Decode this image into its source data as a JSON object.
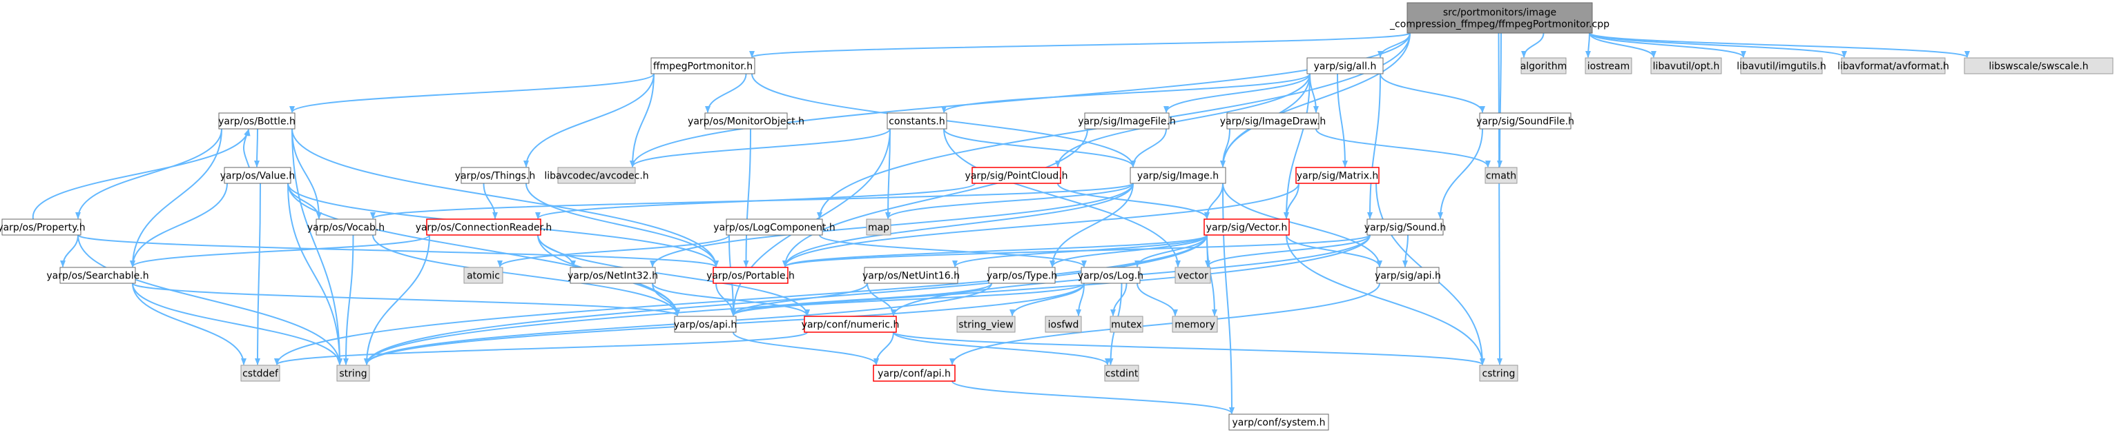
{
  "graph": {
    "nodes": [
      {
        "id": "root",
        "label": [
          "src/portmonitors/image",
          "_compression_ffmpeg/ffmpegPortmonitor.cpp"
        ],
        "kind": "root"
      },
      {
        "id": "algorithm",
        "label": [
          "algorithm"
        ],
        "kind": "external"
      },
      {
        "id": "iostream",
        "label": [
          "iostream"
        ],
        "kind": "external"
      },
      {
        "id": "libavutil_opt",
        "label": [
          "libavutil/opt.h"
        ],
        "kind": "external"
      },
      {
        "id": "libavutil_imgutils",
        "label": [
          "libavutil/imgutils.h"
        ],
        "kind": "external"
      },
      {
        "id": "libavformat",
        "label": [
          "libavformat/avformat.h"
        ],
        "kind": "external"
      },
      {
        "id": "libswscale",
        "label": [
          "libswscale/swscale.h"
        ],
        "kind": "external"
      },
      {
        "id": "ffmpegPortmonitor_h",
        "label": [
          "ffmpegPortmonitor.h"
        ],
        "kind": "normal"
      },
      {
        "id": "sig_all",
        "label": [
          "yarp/sig/all.h"
        ],
        "kind": "normal"
      },
      {
        "id": "os_Bottle",
        "label": [
          "yarp/os/Bottle.h"
        ],
        "kind": "normal"
      },
      {
        "id": "os_MonitorObject",
        "label": [
          "yarp/os/MonitorObject.h"
        ],
        "kind": "normal"
      },
      {
        "id": "constants",
        "label": [
          "constants.h"
        ],
        "kind": "normal"
      },
      {
        "id": "sig_ImageFile",
        "label": [
          "yarp/sig/ImageFile.h"
        ],
        "kind": "normal"
      },
      {
        "id": "sig_ImageDraw",
        "label": [
          "yarp/sig/ImageDraw.h"
        ],
        "kind": "normal"
      },
      {
        "id": "sig_SoundFile",
        "label": [
          "yarp/sig/SoundFile.h"
        ],
        "kind": "normal"
      },
      {
        "id": "os_Value",
        "label": [
          "yarp/os/Value.h"
        ],
        "kind": "normal"
      },
      {
        "id": "os_Things",
        "label": [
          "yarp/os/Things.h"
        ],
        "kind": "normal"
      },
      {
        "id": "libavcodec",
        "label": [
          "libavcodec/avcodec.h"
        ],
        "kind": "external"
      },
      {
        "id": "sig_PointCloud",
        "label": [
          "yarp/sig/PointCloud.h"
        ],
        "kind": "red"
      },
      {
        "id": "sig_Image",
        "label": [
          "yarp/sig/Image.h"
        ],
        "kind": "normal"
      },
      {
        "id": "sig_Matrix",
        "label": [
          "yarp/sig/Matrix.h"
        ],
        "kind": "red"
      },
      {
        "id": "cmath",
        "label": [
          "cmath"
        ],
        "kind": "external"
      },
      {
        "id": "os_Property",
        "label": [
          "yarp/os/Property.h"
        ],
        "kind": "normal"
      },
      {
        "id": "os_Vocab",
        "label": [
          "yarp/os/Vocab.h"
        ],
        "kind": "normal"
      },
      {
        "id": "os_ConnectionReader",
        "label": [
          "yarp/os/ConnectionReader.h"
        ],
        "kind": "red"
      },
      {
        "id": "os_LogComponent",
        "label": [
          "yarp/os/LogComponent.h"
        ],
        "kind": "normal"
      },
      {
        "id": "map",
        "label": [
          "map"
        ],
        "kind": "external"
      },
      {
        "id": "sig_Vector",
        "label": [
          "yarp/sig/Vector.h"
        ],
        "kind": "red"
      },
      {
        "id": "sig_Sound",
        "label": [
          "yarp/sig/Sound.h"
        ],
        "kind": "normal"
      },
      {
        "id": "os_Searchable",
        "label": [
          "yarp/os/Searchable.h"
        ],
        "kind": "normal"
      },
      {
        "id": "atomic",
        "label": [
          "atomic"
        ],
        "kind": "external"
      },
      {
        "id": "os_NetInt32",
        "label": [
          "yarp/os/NetInt32.h"
        ],
        "kind": "normal"
      },
      {
        "id": "os_Portable",
        "label": [
          "yarp/os/Portable.h"
        ],
        "kind": "red"
      },
      {
        "id": "os_NetUint16",
        "label": [
          "yarp/os/NetUint16.h"
        ],
        "kind": "normal"
      },
      {
        "id": "os_Type",
        "label": [
          "yarp/os/Type.h"
        ],
        "kind": "normal"
      },
      {
        "id": "os_Log",
        "label": [
          "yarp/os/Log.h"
        ],
        "kind": "normal"
      },
      {
        "id": "vector",
        "label": [
          "vector"
        ],
        "kind": "external"
      },
      {
        "id": "sig_api",
        "label": [
          "yarp/sig/api.h"
        ],
        "kind": "normal"
      },
      {
        "id": "os_api",
        "label": [
          "yarp/os/api.h"
        ],
        "kind": "normal"
      },
      {
        "id": "conf_numeric",
        "label": [
          "yarp/conf/numeric.h"
        ],
        "kind": "red"
      },
      {
        "id": "string_view",
        "label": [
          "string_view"
        ],
        "kind": "external"
      },
      {
        "id": "iosfwd",
        "label": [
          "iosfwd"
        ],
        "kind": "external"
      },
      {
        "id": "mutex",
        "label": [
          "mutex"
        ],
        "kind": "external"
      },
      {
        "id": "memory",
        "label": [
          "memory"
        ],
        "kind": "external"
      },
      {
        "id": "cstddef",
        "label": [
          "cstddef"
        ],
        "kind": "external"
      },
      {
        "id": "string",
        "label": [
          "string"
        ],
        "kind": "external"
      },
      {
        "id": "cstdint",
        "label": [
          "cstdint"
        ],
        "kind": "external"
      },
      {
        "id": "cstring",
        "label": [
          "cstring"
        ],
        "kind": "external"
      },
      {
        "id": "conf_api",
        "label": [
          "yarp/conf/api.h"
        ],
        "kind": "red"
      },
      {
        "id": "conf_system",
        "label": [
          "yarp/conf/system.h"
        ],
        "kind": "normal"
      }
    ],
    "edges": [
      [
        "root",
        "ffmpegPortmonitor_h"
      ],
      [
        "root",
        "sig_all"
      ],
      [
        "root",
        "algorithm"
      ],
      [
        "root",
        "iostream"
      ],
      [
        "root",
        "libavutil_opt"
      ],
      [
        "root",
        "libavutil_imgutils"
      ],
      [
        "root",
        "libavformat"
      ],
      [
        "root",
        "libswscale"
      ],
      [
        "root",
        "libavcodec"
      ],
      [
        "root",
        "cmath"
      ],
      [
        "root",
        "os_LogComponent"
      ],
      [
        "root",
        "sig_Image"
      ],
      [
        "root",
        "cstring"
      ],
      [
        "ffmpegPortmonitor_h",
        "os_Bottle"
      ],
      [
        "ffmpegPortmonitor_h",
        "os_MonitorObject"
      ],
      [
        "ffmpegPortmonitor_h",
        "os_Things"
      ],
      [
        "ffmpegPortmonitor_h",
        "libavcodec"
      ],
      [
        "ffmpegPortmonitor_h",
        "sig_Image"
      ],
      [
        "sig_all",
        "constants"
      ],
      [
        "sig_all",
        "sig_ImageFile"
      ],
      [
        "sig_all",
        "sig_ImageDraw"
      ],
      [
        "sig_all",
        "sig_SoundFile"
      ],
      [
        "sig_all",
        "sig_PointCloud"
      ],
      [
        "sig_all",
        "sig_Image"
      ],
      [
        "sig_all",
        "sig_Matrix"
      ],
      [
        "sig_all",
        "sig_Vector"
      ],
      [
        "sig_all",
        "sig_Sound"
      ],
      [
        "os_Bottle",
        "os_Value"
      ],
      [
        "os_Bottle",
        "os_Property"
      ],
      [
        "os_Bottle",
        "os_Vocab"
      ],
      [
        "os_Bottle",
        "os_Searchable"
      ],
      [
        "os_Bottle",
        "os_Portable"
      ],
      [
        "os_Bottle",
        "string"
      ],
      [
        "os_Value",
        "os_Bottle"
      ],
      [
        "os_Value",
        "os_Vocab"
      ],
      [
        "os_Value",
        "os_Searchable"
      ],
      [
        "os_Value",
        "os_Portable"
      ],
      [
        "os_Value",
        "os_api"
      ],
      [
        "os_Value",
        "cstddef"
      ],
      [
        "os_Value",
        "string"
      ],
      [
        "os_Property",
        "os_Bottle"
      ],
      [
        "os_Property",
        "os_Searchable"
      ],
      [
        "os_Property",
        "os_Portable"
      ],
      [
        "os_Property",
        "string"
      ],
      [
        "os_MonitorObject",
        "os_Portable"
      ],
      [
        "os_Things",
        "os_ConnectionReader"
      ],
      [
        "os_Things",
        "os_Portable"
      ],
      [
        "constants",
        "libavcodec"
      ],
      [
        "constants",
        "sig_Image"
      ],
      [
        "constants",
        "map"
      ],
      [
        "constants",
        "os_api"
      ],
      [
        "constants",
        "vector"
      ],
      [
        "sig_ImageFile",
        "sig_Image"
      ],
      [
        "sig_ImageFile",
        "os_Portable"
      ],
      [
        "sig_ImageDraw",
        "sig_Image"
      ],
      [
        "sig_ImageDraw",
        "cmath"
      ],
      [
        "sig_SoundFile",
        "sig_Sound"
      ],
      [
        "sig_PointCloud",
        "sig_Vector"
      ],
      [
        "sig_PointCloud",
        "os_ConnectionReader"
      ],
      [
        "sig_Matrix",
        "sig_Vector"
      ],
      [
        "sig_Matrix",
        "os_Portable"
      ],
      [
        "sig_Matrix",
        "cstring"
      ],
      [
        "sig_Image",
        "os_Vocab"
      ],
      [
        "sig_Image",
        "os_Portable"
      ],
      [
        "sig_Image",
        "os_NetInt32"
      ],
      [
        "sig_Image",
        "os_Type"
      ],
      [
        "sig_Image",
        "sig_api"
      ],
      [
        "sig_Image",
        "map"
      ],
      [
        "sig_Image",
        "conf_system"
      ],
      [
        "sig_Image",
        "sig_Vector"
      ],
      [
        "os_Vocab",
        "os_api"
      ],
      [
        "os_Vocab",
        "string"
      ],
      [
        "os_ConnectionReader",
        "os_Searchable"
      ],
      [
        "os_ConnectionReader",
        "os_NetInt32"
      ],
      [
        "os_ConnectionReader",
        "conf_numeric"
      ],
      [
        "os_ConnectionReader",
        "string"
      ],
      [
        "os_ConnectionReader",
        "os_api"
      ],
      [
        "os_LogComponent",
        "os_Log"
      ],
      [
        "os_LogComponent",
        "atomic"
      ],
      [
        "os_LogComponent",
        "os_api"
      ],
      [
        "sig_Vector",
        "os_Portable"
      ],
      [
        "sig_Vector",
        "os_NetUint16"
      ],
      [
        "sig_Vector",
        "os_Type"
      ],
      [
        "sig_Vector",
        "os_Log"
      ],
      [
        "sig_Vector",
        "sig_api"
      ],
      [
        "sig_Vector",
        "vector"
      ],
      [
        "sig_Vector",
        "memory"
      ],
      [
        "sig_Vector",
        "cstring"
      ],
      [
        "sig_Vector",
        "string"
      ],
      [
        "sig_Vector",
        "cstddef"
      ],
      [
        "sig_Sound",
        "os_Portable"
      ],
      [
        "sig_Sound",
        "sig_api"
      ],
      [
        "sig_Sound",
        "vector"
      ],
      [
        "sig_Sound",
        "string"
      ],
      [
        "sig_Sound",
        "conf_numeric"
      ],
      [
        "os_Searchable",
        "os_api"
      ],
      [
        "os_Searchable",
        "string"
      ],
      [
        "os_Searchable",
        "cstddef"
      ],
      [
        "os_NetInt32",
        "os_api"
      ],
      [
        "os_NetInt32",
        "conf_numeric"
      ],
      [
        "os_Portable",
        "os_api"
      ],
      [
        "os_NetUint16",
        "os_api"
      ],
      [
        "os_NetUint16",
        "conf_numeric"
      ],
      [
        "os_Type",
        "os_api"
      ],
      [
        "os_Type",
        "string"
      ],
      [
        "os_Log",
        "os_api"
      ],
      [
        "os_Log",
        "string_view"
      ],
      [
        "os_Log",
        "iosfwd"
      ],
      [
        "os_Log",
        "mutex"
      ],
      [
        "os_Log",
        "memory"
      ],
      [
        "os_Log",
        "cstdint"
      ],
      [
        "os_Log",
        "string"
      ],
      [
        "sig_api",
        "conf_api"
      ],
      [
        "os_api",
        "conf_api"
      ],
      [
        "conf_numeric",
        "conf_api"
      ],
      [
        "conf_numeric",
        "cstddef"
      ],
      [
        "conf_numeric",
        "cstdint"
      ],
      [
        "conf_numeric",
        "cstring"
      ],
      [
        "conf_api",
        "conf_system"
      ]
    ]
  }
}
